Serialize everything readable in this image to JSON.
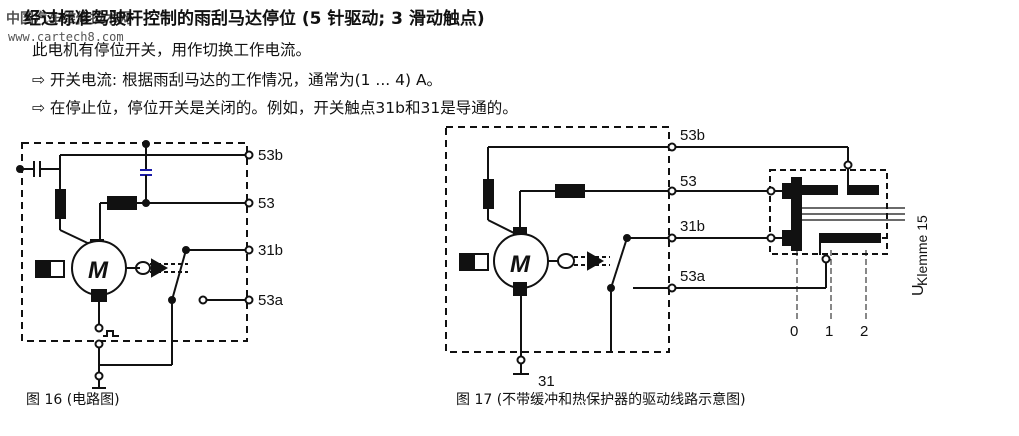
{
  "header": {
    "title": "经过标准驾驶杆控制的雨刮马达停位 (5 针驱动; 3 滑动触点)",
    "watermark": "中国汽车维修技术网",
    "watermark_url": "www.cartech8.com"
  },
  "body_lines": [
    "此电机有停位开关，用作切换工作电流。",
    "⇨ 开关电流: 根据雨刮马达的工作情况，通常为(1 ... 4) A。",
    "⇨ 在停止位，停位开关是关闭的。例如，开关触点31b和31是导通的。"
  ],
  "figure16": {
    "caption": "图 16 (电路图)",
    "terminals": [
      "53b",
      "53",
      "31b",
      "53a"
    ],
    "motor_label": "M"
  },
  "figure17": {
    "caption": "图 17 (不带缓冲和热保护器的驱动线路示意图)",
    "terminals": [
      "53b",
      "53",
      "31b",
      "53a"
    ],
    "ground_label": "31",
    "motor_label": "M",
    "klemme_label": "Klemme 15",
    "u_label": "U",
    "positions": [
      "0",
      "1",
      "2"
    ]
  },
  "colors": {
    "ink": "#111111",
    "capacitor_accent": "#1a1aa8"
  }
}
